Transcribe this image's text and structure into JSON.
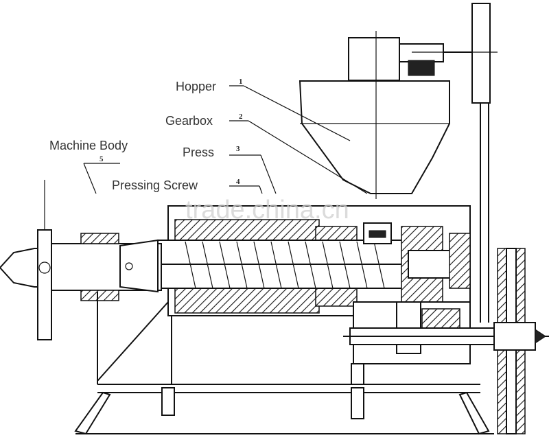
{
  "watermark": "trade.china.cn",
  "labels": [
    {
      "id": "hopper",
      "text": "Hopper",
      "number": "1"
    },
    {
      "id": "gearbox",
      "text": "Gearbox",
      "number": "2"
    },
    {
      "id": "press",
      "text": "Press",
      "number": "3"
    },
    {
      "id": "pressing-screw",
      "text": "Pressing Screw",
      "number": "4"
    },
    {
      "id": "machine-body",
      "text": "Machine Body",
      "number": "5"
    }
  ],
  "colors": {
    "line": "#111111",
    "label": "#333333",
    "watermark": "#cfcfcf"
  }
}
